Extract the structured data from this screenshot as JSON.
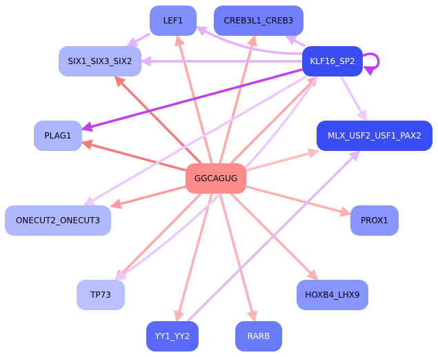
{
  "colors": {
    "motif_node": "#ff8a8a",
    "edge_motif_strong": "#f77a7a",
    "edge_motif_light": "#ffb0b0",
    "edge_motif_lighter": "#ffbdbd",
    "edge_tf_strong": "#c040f0",
    "edge_tf_mid": "#e4b0ff",
    "edge_tf_light": "#ecc8ff"
  },
  "nodes": [
    {
      "id": "LEF1",
      "label": "LEF1",
      "fill": "#8090ff",
      "text": "#000000"
    },
    {
      "id": "CREB3L1_CREB3",
      "label": "CREB3L1_CREB3",
      "fill": "#7080ff",
      "text": "#000000"
    },
    {
      "id": "SIX1_SIX3_SIX2",
      "label": "SIX1_SIX3_SIX2",
      "fill": "#adb5ff",
      "text": "#000000"
    },
    {
      "id": "KLF16_SP2",
      "label": "KLF16_SP2",
      "fill": "#3a4cf5",
      "text": "#ffffff"
    },
    {
      "id": "PLAG1",
      "label": "PLAG1",
      "fill": "#adb5ff",
      "text": "#000000"
    },
    {
      "id": "MLX_USF2_USF1_PAX2",
      "label": "MLX_USF2_USF1_PAX2",
      "fill": "#3a4cf5",
      "text": "#ffffff"
    },
    {
      "id": "GGCAGUG",
      "label": "GGCAGUG",
      "fill": "#ff8a8a",
      "text": "#000000"
    },
    {
      "id": "ONECUT2_ONECUT3",
      "label": "ONECUT2_ONECUT3",
      "fill": "#b0b8ff",
      "text": "#000000"
    },
    {
      "id": "PROX1",
      "label": "PROX1",
      "fill": "#8a96ff",
      "text": "#000000"
    },
    {
      "id": "TP73",
      "label": "TP73",
      "fill": "#b8c0ff",
      "text": "#000000"
    },
    {
      "id": "HOXB4_LHX9",
      "label": "HOXB4_LHX9",
      "fill": "#8a96ff",
      "text": "#000000"
    },
    {
      "id": "YY1_YY2",
      "label": "YY1_YY2",
      "fill": "#5a6aff",
      "text": "#ffffff"
    },
    {
      "id": "RARB",
      "label": "RARB",
      "fill": "#6a7aff",
      "text": "#ffffff"
    }
  ],
  "edges": [
    {
      "from": "GGCAGUG",
      "to": "LEF1",
      "color": "#ffa8a8"
    },
    {
      "from": "GGCAGUG",
      "to": "CREB3L1_CREB3",
      "color": "#ffa8a8"
    },
    {
      "from": "GGCAGUG",
      "to": "SIX1_SIX3_SIX2",
      "color": "#f77a7a"
    },
    {
      "from": "GGCAGUG",
      "to": "PLAG1",
      "color": "#f77a7a"
    },
    {
      "from": "GGCAGUG",
      "to": "KLF16_SP2",
      "color": "#ffa8a8"
    },
    {
      "from": "GGCAGUG",
      "to": "MLX_USF2_USF1_PAX2",
      "color": "#ffbdbd"
    },
    {
      "from": "GGCAGUG",
      "to": "ONECUT2_ONECUT3",
      "color": "#ff9a9a"
    },
    {
      "from": "GGCAGUG",
      "to": "PROX1",
      "color": "#ffb0b0"
    },
    {
      "from": "GGCAGUG",
      "to": "TP73",
      "color": "#ffa8a8"
    },
    {
      "from": "GGCAGUG",
      "to": "HOXB4_LHX9",
      "color": "#ffb0b0"
    },
    {
      "from": "GGCAGUG",
      "to": "YY1_YY2",
      "color": "#ffb0b0"
    },
    {
      "from": "GGCAGUG",
      "to": "RARB",
      "color": "#ffb0b0"
    },
    {
      "from": "LEF1",
      "to": "SIX1_SIX3_SIX2",
      "color": "#e4b0ff"
    },
    {
      "from": "KLF16_SP2",
      "to": "LEF1",
      "color": "#e4b0ff",
      "curved": true
    },
    {
      "from": "KLF16_SP2",
      "to": "CREB3L1_CREB3",
      "color": "#e4b0ff"
    },
    {
      "from": "KLF16_SP2",
      "to": "SIX1_SIX3_SIX2",
      "color": "#e4b0ff"
    },
    {
      "from": "KLF16_SP2",
      "to": "PLAG1",
      "color": "#c040f0"
    },
    {
      "from": "KLF16_SP2",
      "to": "KLF16_SP2",
      "color": "#c040f0",
      "self": true
    },
    {
      "from": "KLF16_SP2",
      "to": "MLX_USF2_USF1_PAX2",
      "color": "#ecc8ff"
    },
    {
      "from": "KLF16_SP2",
      "to": "ONECUT2_ONECUT3",
      "color": "#ecc8ff"
    },
    {
      "from": "KLF16_SP2",
      "to": "TP73",
      "color": "#ecc8ff",
      "curved": true
    },
    {
      "from": "YY1_YY2",
      "to": "MLX_USF2_USF1_PAX2",
      "color": "#e4b8ff"
    }
  ]
}
